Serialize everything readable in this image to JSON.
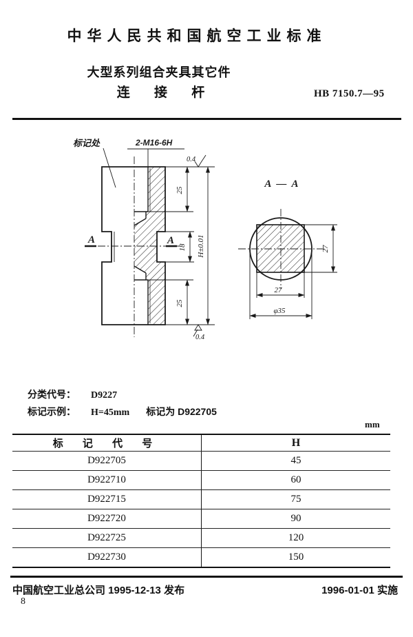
{
  "header": {
    "authority": "中华人民共和国航空工业标准",
    "series_title": "大型系列组合夹具其它件",
    "part_title": "连 接 杆",
    "standard_number": "HB 7150.7—95"
  },
  "drawing": {
    "marking_label": "标记处",
    "thread_spec": "2-M16-6H",
    "section_view_title": "A — A",
    "section_marker_left": "A",
    "section_marker_right": "A",
    "roughness_top": "0.4",
    "roughness_bottom": "0.4",
    "dim_thread_depth_top": "25",
    "dim_middle_height": "18",
    "dim_thread_depth_bottom": "25",
    "dim_overall_height": "H±0.01",
    "dim_square_height": "27",
    "dim_square_width": "27",
    "dim_diameter": "φ35"
  },
  "spec": {
    "class_code_label": "分类代号：",
    "class_code_value": "D9227",
    "marking_example_label": "标记示例：",
    "marking_example_condition": "H=45mm",
    "marking_example_result": "标记为 D922705",
    "table_unit": "mm"
  },
  "table": {
    "columns": [
      "标 记 代 号",
      "H"
    ],
    "rows": [
      {
        "code": "D922705",
        "h": "45"
      },
      {
        "code": "D922710",
        "h": "60"
      },
      {
        "code": "D922715",
        "h": "75"
      },
      {
        "code": "D922720",
        "h": "90"
      },
      {
        "code": "D922725",
        "h": "120"
      },
      {
        "code": "D922730",
        "h": "150"
      }
    ]
  },
  "footer": {
    "issue": "中国航空工业总公司 1995-12-13 发布",
    "implement": "1996-01-01 实施",
    "page_number": "8"
  }
}
